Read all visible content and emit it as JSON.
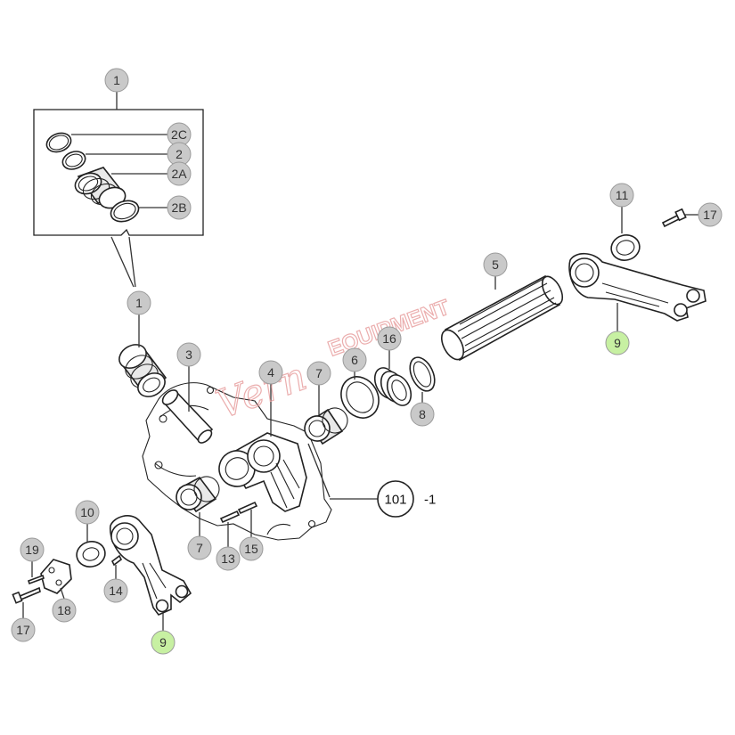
{
  "colors": {
    "callout_fill": "#c9c9c9",
    "callout_highlight": "#c7f0a2",
    "line": "#222222",
    "watermark": "#e8a0a0"
  },
  "callouts": [
    {
      "id": "c1-top",
      "label": "1",
      "highlight": false
    },
    {
      "id": "c2c",
      "label": "2C",
      "highlight": false
    },
    {
      "id": "c2",
      "label": "2",
      "highlight": false
    },
    {
      "id": "c2a",
      "label": "2A",
      "highlight": false
    },
    {
      "id": "c2b",
      "label": "2B",
      "highlight": false
    },
    {
      "id": "c1-mid",
      "label": "1",
      "highlight": false
    },
    {
      "id": "c3",
      "label": "3",
      "highlight": false
    },
    {
      "id": "c4",
      "label": "4",
      "highlight": false
    },
    {
      "id": "c7-top",
      "label": "7",
      "highlight": false
    },
    {
      "id": "c6",
      "label": "6",
      "highlight": false
    },
    {
      "id": "c16",
      "label": "16",
      "highlight": false
    },
    {
      "id": "c8",
      "label": "8",
      "highlight": false
    },
    {
      "id": "c5",
      "label": "5",
      "highlight": false
    },
    {
      "id": "c11",
      "label": "11",
      "highlight": false
    },
    {
      "id": "c17-top",
      "label": "17",
      "highlight": false
    },
    {
      "id": "c9-top",
      "label": "9",
      "highlight": true
    },
    {
      "id": "c10",
      "label": "10",
      "highlight": false
    },
    {
      "id": "c19",
      "label": "19",
      "highlight": false
    },
    {
      "id": "c14",
      "label": "14",
      "highlight": false
    },
    {
      "id": "c18",
      "label": "18",
      "highlight": false
    },
    {
      "id": "c17-bot",
      "label": "17",
      "highlight": false
    },
    {
      "id": "c9-bot",
      "label": "9",
      "highlight": true
    },
    {
      "id": "c7-bot",
      "label": "7",
      "highlight": false
    },
    {
      "id": "c13",
      "label": "13",
      "highlight": false
    },
    {
      "id": "c15",
      "label": "15",
      "highlight": false
    }
  ],
  "assembly_ref": {
    "label": "101",
    "suffix": "-1"
  },
  "watermark": {
    "word1": "Vern",
    "word2": "EQUIPMENT"
  }
}
